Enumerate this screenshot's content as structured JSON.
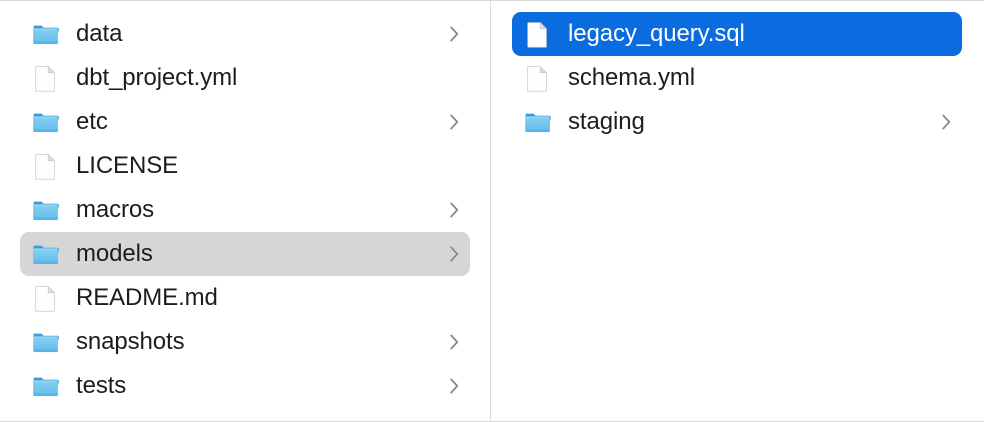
{
  "window": {
    "title": "Finder Column View",
    "background_color": "#ffffff",
    "divider_color": "#dcdcdd",
    "active_selection_color": "#0b6ce0",
    "inactive_selection_color": "#d6d6d6",
    "text_color": "#1d1d1f",
    "selected_text_color": "#ffffff",
    "chevron_color": "#8a8a8e"
  },
  "columns": [
    {
      "name": "parent-column",
      "items": [
        {
          "label": "data",
          "kind": "folder",
          "icon": "folder-icon",
          "has_chevron": true,
          "selected": false,
          "selection_state": "none"
        },
        {
          "label": "dbt_project.yml",
          "kind": "file",
          "icon": "document-icon",
          "has_chevron": false,
          "selected": false,
          "selection_state": "none"
        },
        {
          "label": "etc",
          "kind": "folder",
          "icon": "folder-icon",
          "has_chevron": true,
          "selected": false,
          "selection_state": "none"
        },
        {
          "label": "LICENSE",
          "kind": "file",
          "icon": "document-icon",
          "has_chevron": false,
          "selected": false,
          "selection_state": "none"
        },
        {
          "label": "macros",
          "kind": "folder",
          "icon": "folder-icon",
          "has_chevron": true,
          "selected": false,
          "selection_state": "none"
        },
        {
          "label": "models",
          "kind": "folder",
          "icon": "folder-icon",
          "has_chevron": true,
          "selected": true,
          "selection_state": "inactive"
        },
        {
          "label": "README.md",
          "kind": "file",
          "icon": "document-icon",
          "has_chevron": false,
          "selected": false,
          "selection_state": "none"
        },
        {
          "label": "snapshots",
          "kind": "folder",
          "icon": "folder-icon",
          "has_chevron": true,
          "selected": false,
          "selection_state": "none"
        },
        {
          "label": "tests",
          "kind": "folder",
          "icon": "folder-icon",
          "has_chevron": true,
          "selected": false,
          "selection_state": "none"
        }
      ]
    },
    {
      "name": "child-column",
      "items": [
        {
          "label": "legacy_query.sql",
          "kind": "file",
          "icon": "document-icon",
          "has_chevron": false,
          "selected": true,
          "selection_state": "active"
        },
        {
          "label": "schema.yml",
          "kind": "file",
          "icon": "document-icon",
          "has_chevron": false,
          "selected": false,
          "selection_state": "none"
        },
        {
          "label": "staging",
          "kind": "folder",
          "icon": "folder-icon",
          "has_chevron": true,
          "selected": false,
          "selection_state": "none"
        }
      ]
    }
  ]
}
